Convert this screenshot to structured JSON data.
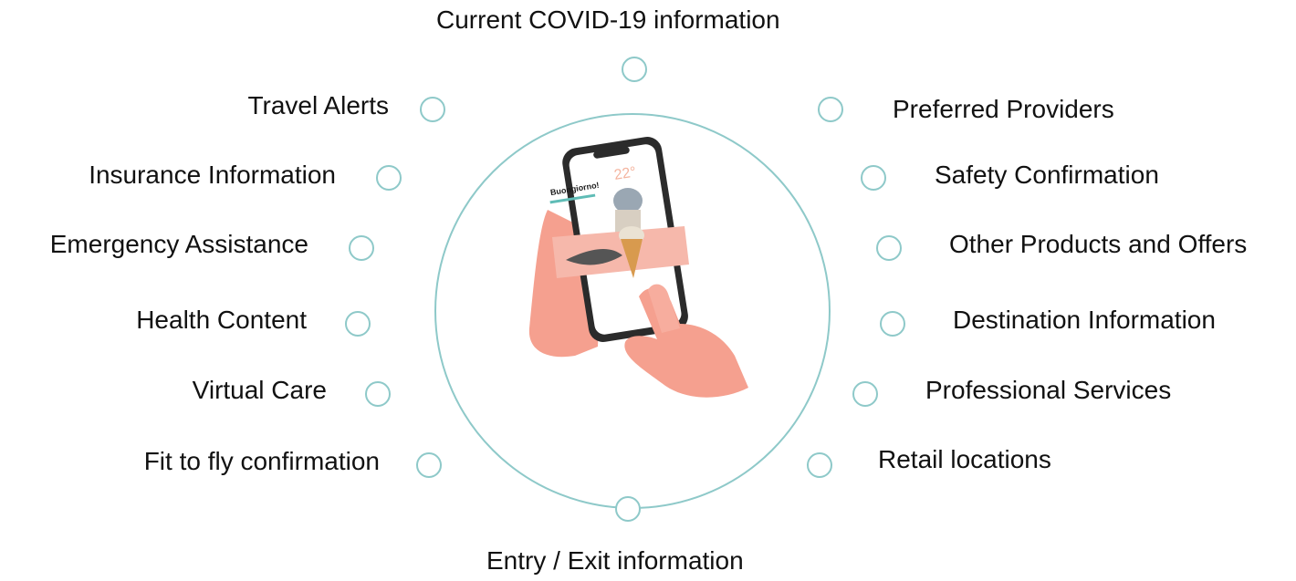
{
  "diagram": {
    "center": {
      "illustration": "hand-holding-smartphone-travel-app",
      "screen_greeting": "Buongiorno!",
      "screen_temperature": "22°"
    },
    "top_label": "Current COVID-19 information",
    "bottom_label": "Entry / Exit information",
    "left_items": [
      "Travel Alerts",
      "Insurance Information",
      "Emergency Assistance",
      "Health Content",
      "Virtual Care",
      "Fit to fly confirmation"
    ],
    "right_items": [
      "Preferred Providers",
      "Safety Confirmation",
      "Other Products and Offers",
      "Destination Information",
      "Professional Services",
      "Retail locations"
    ]
  },
  "colors": {
    "ring": "#8ec9c9",
    "text": "#111111",
    "hand": "#f5a08f",
    "phone": "#2b2b2b"
  }
}
